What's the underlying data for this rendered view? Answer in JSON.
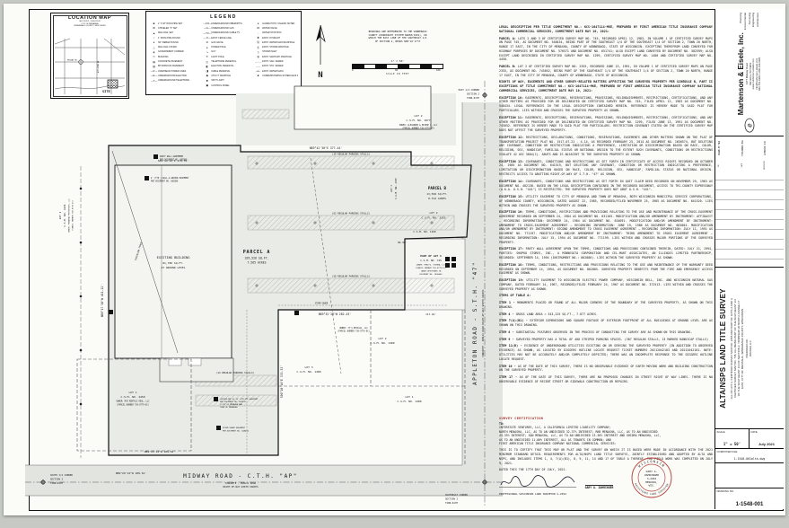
{
  "location_map": {
    "title": "LOCATION MAP",
    "subtitle": [
      "SECTION 2, T20N, R17E",
      "CITY OF MENASHA",
      "WINNEBAGO COUNTY, WISCONSIN"
    ],
    "site_label": "SITE",
    "road1": "MIDWAY RD.",
    "road2": "APPLETON RD."
  },
  "legend": {
    "title": "LEGEND",
    "col1": [
      {
        "sym": "■",
        "label": "1\" X 18\" IRON PIPE SET"
      },
      {
        "sym": "⊠",
        "label": "CHISELED \"X\" SET"
      },
      {
        "sym": "▲",
        "label": "MAG NAIL SET"
      },
      {
        "sym": "○",
        "label": "1\" IRON PIPE FOUND"
      },
      {
        "sym": "●",
        "label": "3/4\" REBAR FOUND"
      },
      {
        "sym": "△",
        "label": "MAG NAIL FOUND"
      },
      {
        "sym": "◈",
        "label": "GOVERNMENT CORNER"
      },
      {
        "sym": "▭",
        "label": "BUILDING"
      },
      {
        "sym": "▤",
        "label": "CONCRETE PAVEMENT"
      },
      {
        "sym": "▨",
        "label": "BITUMINOUS PAVEMENT"
      },
      {
        "sym": "—P—",
        "label": "OVERHEAD POWER LINES"
      },
      {
        "sym": "—E—",
        "label": "UNDERGROUND ELECTRIC"
      },
      {
        "sym": "—T—",
        "label": "UNDERGROUND TELEPHONE"
      }
    ],
    "col2": [
      {
        "sym": "—FO—",
        "label": "UNDERGROUND FIBEROPTIC"
      },
      {
        "sym": "—G—",
        "label": "UNDERGROUND GAS"
      },
      {
        "sym": "—TV—",
        "label": "UNDERGROUND CABLE TV"
      },
      {
        "sym": "—✕—",
        "label": "EXIST. FENCE LINE"
      },
      {
        "sym": "⊘",
        "label": "GAS VALVE"
      },
      {
        "sym": "●",
        "label": "POWER POLE"
      },
      {
        "sym": "↘",
        "label": "GUY"
      },
      {
        "sym": "✛",
        "label": "LIGHT POLE"
      },
      {
        "sym": "◫",
        "label": "TELEPHONE PEDESTAL"
      },
      {
        "sym": "◧",
        "label": "ELECTRIC PEDESTAL"
      },
      {
        "sym": "◨",
        "label": "CABLE PEDESTAL"
      },
      {
        "sym": "◉",
        "label": "UTILITY MANHOLE"
      },
      {
        "sym": "✹",
        "label": "SPOT LIGHT"
      },
      {
        "sym": "▣",
        "label": "CONTROL PANEL"
      }
    ],
    "col3": [
      {
        "sym": "●",
        "label": "GUARD POST, UNLESS NOTED"
      },
      {
        "sym": "⋈",
        "label": "WATER VALVE"
      },
      {
        "sym": "◦",
        "label": "WATER STOP BOX"
      },
      {
        "sym": "✚",
        "label": "EXIST. HYDRANT"
      },
      {
        "sym": "Ⓦ",
        "label": "EXIST. WATER MAIN MANHOLE"
      },
      {
        "sym": "Ⓢ",
        "label": "EXIST. STORM MANHOLE"
      },
      {
        "sym": "▯",
        "label": "STORM INLET"
      },
      {
        "sym": "◍",
        "label": "EXIST. SANITARY MANHOLE"
      },
      {
        "sym": "– – –",
        "label": "EXIST. SAN. SEWER"
      },
      {
        "sym": "–·–",
        "label": "EXIST. STO. SEWER"
      },
      {
        "sym": "–w–",
        "label": "EXIST. WATER MAIN"
      },
      {
        "sym": "■",
        "label": "CORRESPONDING SCHEDULE B-II EXCEPTION NO., TITLE COMMITMENT"
      }
    ]
  },
  "compass": {
    "north_label": "N",
    "bearing_note": [
      "BEARINGS ARE REFERENCED TO THE WINNEBAGO",
      "COUNTY COORDINATE SYSTEM NAD83(1991), IN",
      "WHICH THE EAST LINE OF THE SOUTHEAST 1/4",
      "OF SECTION 2, BEARS N00°16'17\"E"
    ],
    "scale_ratio": "1\" = 50'",
    "scale_ticks": [
      "0",
      "50",
      "100"
    ],
    "scale_caption": "SCALE IN FEET"
  },
  "drawing": {
    "parcel_a": [
      "PARCEL A",
      "329,526 SQ.FT.",
      "7.565 ACRES"
    ],
    "parcel_b": [
      "PARCEL B",
      "13,599 SQ.FT.",
      "0.312 ACRES"
    ],
    "parcel_b_lot": [
      "LOT 2",
      "C.S.M. NO. 2355"
    ],
    "building": [
      "EXISTING    BUILDING",
      "81,786 SQ.FT.",
      "AT GROUND LEVEL"
    ],
    "lot2_1877": [
      "LOT 2",
      "C.S.M. NO. 1877"
    ],
    "owner_1877": [
      "OWNER: ALEXANDER & BISHOP I, LLC",
      "(PARCEL NUMBER 730-0779-10)"
    ],
    "lot1_2355": [
      "LOT 1",
      "C.S.M. NO. 2355"
    ],
    "csm_1299": "C.S.M. NO. 1299",
    "part_lot3": [
      "PART OF LOT 3",
      "C.S.M. NO. 745",
      "OWNER: FRED W. STORMA, LLC",
      "(PARCEL NUMBER 730-0779-13)",
      "LANDS DESCRIBED IN",
      "DOCUMENT NO. 1830465"
    ],
    "lot2_1480": [
      "LOT 2",
      "C.S.M.   NO. 1480"
    ],
    "lot3_1480": [
      "LOT 3",
      "C.S.M.   NO. 1480"
    ],
    "lot1_1480": [
      "LOT 1",
      "C.S.M.   NO. 1480"
    ],
    "owner_1480": [
      "OWNER: JT'S REVIVAL, LLC",
      "(PARCEL NUMBER 730-0776-01)"
    ],
    "lot1_4450": [
      "LOT 1",
      "C.S.M. NO. 4450",
      "OWNER: MCR RENTALS REAL, LLC",
      "(PARCEL NUMBER 730-0779-02)"
    ],
    "lot1_4231": [
      "LOT 1",
      "C.S.M. NO. 4231",
      "OWNER: MENASHA PROPERTIES, LLC",
      "(PARCEL NUMBER 730-0778-01)"
    ],
    "midway": [
      "MIDWAY   ROAD   -   C.T.H. \"AP\"",
      "CONCRETE  -  PUBLIC ROAD",
      "RIGHT-OF-WAY WIDTH VARIES"
    ],
    "appleton": [
      "APPLETON   ROAD   -   S.T.H. \"47\"",
      "CONCRETE - PUBLIC ROAD    RIGHT-OF-WAY WIDTH VARIES"
    ],
    "corner_e": [
      "EAST 1/4 CORNER",
      "SECTION 2",
      "T20N-R17E"
    ],
    "corner_s": [
      "SOUTH 1/4 CORNER",
      "SECTION 2",
      "T20N-R17E"
    ],
    "corner_se": [
      "SOUTHEAST CORNER",
      "SECTION 2",
      "T20N-R17E"
    ],
    "dims": {
      "top": "N89°42'30\"E   377.44'",
      "topleft": "S89°44'22\"E   270.55'",
      "west": "N00°17'38\"W   411.22'",
      "mid": "N89°32'28\"W   282.43'",
      "midv": "S00°10'14\"E   333.53'",
      "e1": "117.42'",
      "e2": "90.30'",
      "s1": "N89°29'14\"W   189.62'",
      "s2": "N89°29'14\"W   189.61'"
    },
    "stalls": [
      "(39 REGULAR PARKING STALLS)",
      "(62 REGULAR PARKING STALLS)",
      "(58 REGULAR PARKING STALLS)",
      "(24 REGULAR PARKING STALLS)"
    ],
    "site_notes": {
      "party_wall": [
        "PARTY WALL AGREEMENT",
        "PER DOCUMENT NO. 862886"
      ],
      "anchor": [
        "4' (TYP.) WALL & ANCHOR EASEMENT",
        "PER DOCUMENT NO. 862886"
      ],
      "util": [
        "CENTERLINE OF 10' UTILITY EASEMENT",
        "PER DOCUMENT NO. 641520",
        "(CITY OF MENASHA AND",
        "TOWN OF MENASHA)"
      ],
      "storm": [
        "STORM SEWER EASEMENT",
        "PER DOCUMENT NO. 548434"
      ]
    },
    "fence": "CHAINLINK FENCE",
    "storm_sewer": "STORM SEWER",
    "markers": [
      "17",
      "18",
      "15",
      "12",
      "10",
      "11",
      "13",
      "14",
      "19",
      "16"
    ]
  },
  "notes": {
    "paragraphs": [
      {
        "head": "LEGAL DESCRIPTION PER TITLE COMMITMENT NO.: NCS-1047114-MKE, PREPARED BY FIRST AMERICAN TITLE INSURANCE COMPANY NATIONAL COMMERCIAL SERVICES, COMMITMENT DATE MAY 10, 2021:",
        "body": ""
      },
      {
        "head": "PARCEL A:",
        "body": "LOTS 2 AND 3 OF CERTIFIED SURVEY MAP NO. 745, RECORDED APRIL 12, 1983, IN VOLUME 1 OF CERTIFIED SURVEY MAPS ON PAGE 745, AS DOCUMENT NO. 548434, BEING PART OF THE SOUTHEAST 1/4 OF THE SOUTHEAST 1/4 OF SECTION 2, TOWN 20 NORTH, RANGE 17 EAST, IN THE CITY OF MENASHA, COUNTY OF WINNEBAGO, STATE OF WISCONSIN. EXCEPTING THEREFROM LAND CONVEYED FOR HIGHWAY PURPOSES BY DOCUMENT NO. 576571 AND DOCUMENT NO. 651741; ALSO EXCEPT LAND CONVEYED BY DOCUMENT NO. 582599; ALSO EXCEPT LAND DESCRIBED IN CERTIFIED SURVEY MAP NO. 1299, CERTIFIED SURVEY MAP NO. 1480 AND CERTIFIED SURVEY MAP NO. 4450."
      },
      {
        "head": "PARCEL B:",
        "body": "LOT 2 OF CERTIFIED SURVEY MAP NO. 2355, RECORDED JUNE 13, 1991, IN VOLUME 1 OF CERTIFIED SURVEY MAPS ON PAGE 2355, AS DOCUMENT NO. 745052, BEING PART OF THE SOUTHEAST 1/4 OF THE SOUTHEAST 1/4 OF SECTION 2, TOWN 20 NORTH, RANGE 17 EAST, IN THE CITY OF MENASHA, COUNTY OF WINNEBAGO, STATE OF WISCONSIN."
      },
      {
        "head": "RIGHTS OF WAY, EASEMENTS AND OTHER SURVEY-RELATED MATTERS AFFECTING THE SURVEYED PROPERTY PER SCHEDULE B, PART II EXCEPTIONS OF TITLE COMMITMENT NO.: NCS-1047114-MKE, PREPARED BY FIRST AMERICAN TITLE INSURANCE COMPANY NATIONAL COMMERCIAL SERVICES, COMMITMENT DATE MAY 10, 2021:",
        "body": ""
      },
      {
        "head": "EXCEPTION 10:",
        "body": "EASEMENTS, DESCRIPTIONS, RESERVATIONS, PROVISIONS, RELINQUISHMENTS, RESTRICTIONS, CERTIFICATIONS, AND ANY OTHER MATTERS AS PROVIDED FOR OR DELINEATED ON CERTIFIED SURVEY MAP NO. 745, FILED APRIL 12, 1983 AS DOCUMENT NO. 548434. LEGAL REFERENCES IN THE LEGAL DESCRIPTION CONTAINED HEREIN. REFERENCE IS HEREBY MADE TO SAID PLAT FOR PARTICULARS. LIES WITHIN AND CROSSES THE SURVEYED PROPERTY AS SHOWN."
      },
      {
        "head": "EXCEPTION 11:",
        "body": "EASEMENTS, DESCRIPTIONS, RESERVATIONS, PROVISIONS, RELINQUISHMENTS, RESTRICTIONS, CERTIFICATIONS, AND ANY OTHER MATTERS AS PROVIDED FOR OR DELINEATED ON CERTIFIED SURVEY MAP NO. 1299, FILED JUNE 13, 1991 AS DOCUMENT NO. 745052. REFERENCE IS HEREBY MADE TO SAID PLAT FOR PARTICULARS. RESTRICTION COVENANT STATED ON THE CERTIFIED SURVEY MAP DOES NOT AFFECT THE SURVEYED PROPERTY."
      },
      {
        "head": "EXCEPTION 12:",
        "body": "RESTRICTIONS, DECLARATIONS, CONDITIONS, RESERVATIONS, EASEMENTS AND OTHER MATTERS SHOWN ON THE PLAT OF TRANSPORTATION PROJECT PLAT NO. 1517-07-21 - 4.14, AS RECORDED FEBRUARY 25, 2014 AS DOCUMENT NO. 1650574, BUT DELETING ANY COVENANT, CONDITION OR RESTRICTION INDICATING A PREFERENCE, LIMITATION OR DISCRIMINATION BASED ON RACE, COLOR, RELIGION, SEX, HANDICAP, FAMILIAL STATUS OR NATIONAL ORIGIN TO THE EXTENT SUCH COVENANTS, CONDITIONS OR RESTRICTIONS VIOLATE 42 USC 3604(C). ABUTS AND IS ADJACENT TO THE SURVEYED PROPERTY AS SHOWN."
      },
      {
        "head": "EXCEPTION 13:",
        "body": "COVENANTS, CONDITIONS AND RESTRICTIONS AS SET FORTH IN CERTIFICATE OF ACCESS RIGHTS RECORDED ON OCTOBER 24, 1985 AS DOCUMENT NO. 641519, BUT DELETING ANY COVENANT, CONDITION OR RESTRICTION INDICATING A PREFERENCE, LIMITATION OR DISCRIMINATION BASED ON RACE, COLOR, RELIGION, SEX, HANDICAP, FAMILIAL STATUS OR NATIONAL ORIGIN. RESTRICTS ACCESS TO ABUTTING RIGHT-OF-WAY OF S.T.H. \"47\" AS SHOWN."
      },
      {
        "head": "EXCEPTION 14:",
        "body": "COVENANTS, CONDITIONS AND RESTRICTIONS AS SET FORTH IN QUIT CLAIM DEED RECORDED ON NOVEMBER 29, 1963 AS DOCUMENT NO. 402138. BASED ON THE LEGAL DESCRIPTION CONTAINED IN THE RECORDED DOCUMENT, ACCESS TO TRI-COUNTY EXPRESSWAY (A.K.A. U.S.H. \"441\") IS RESTRICTED. THE SURVEYED PROPERTY DOES NOT ABUT U.S.H. \"441\"."
      },
      {
        "head": "EXCEPTION 15:",
        "body": "UTILITY EASEMENT TO CITY OF MENASHA AND TOWN OF MENASHA, BOTH WISCONSIN MUNICIPAL SERVICE CORPORATIONS, OF WINNEBAGO COUNTY, WISCONSIN, DATED AUGUST 22, 1985, RECORDED/FILED NOVEMBER 25, 1985 AS DOCUMENT NO. 641520. LIES WITHIN AND CROSSES THE SURVEYED PROPERTY AS SHOWN."
      },
      {
        "head": "EXCEPTION 16:",
        "body": "TERMS, CONDITIONS, RESTRICTIONS AND PROVISIONS RELATING TO THE USE AND MAINTENANCE OF THE CROSS-EASEMENT AGREEMENT RECORDED ON SEPTEMBER 24, 1984 AS DOCUMENT NO. 631165. MODIFICATION AND/OR AMENDMENT BY INSTRUMENT: AFFIDAVIT — RECORDING INFORMATION: DECEMBER 24, 1984 AS DOCUMENT NO. 634091. MODIFICATION AND/OR AMENDMENT BY INSTRUMENT: AMENDMENT TO CROSS-EASEMENT AGREEMENT — RECORDING INFORMATION: JUNE 19, 1986 AS DOCUMENT NO. 663084. MODIFICATION AND/OR AMENDMENT BY INSTRUMENT: SECOND AMENDMENT TO CROSS EASEMENT AGREEMENT — RECORDING INFORMATION: JULY 11, 1991 AS DOCUMENT NO. 771197. MODIFICATION AND/OR AMENDMENT BY INSTRUMENT: THIRD AMENDMENT TO CROSS EASEMENT AGREEMENT — RECORDING INFORMATION: JULY 15, 1994 AS DOCUMENT NO. 771199. LIES WITHIN AND CROSSES MAJOR PORTIONS OF THE SURVEYED PROPERTY."
      },
      {
        "head": "EXCEPTION 17:",
        "body": "PARTY WALL AGREEMENT UPON THE TERMS, CONDITIONS AND PROVISIONS CONTAINED THEREIN, DATED: JULY 21, 1994, PARTIES: SHOPKO STORES, INC., A MINNESOTA CORPORATION AND CEL-MART ASSOCIATES, AN ILLINOIS LIMITED PARTNERSHIP, RECORDED: SEPTEMBER 14, 1994 (INSTRUMENT NO.: 862886). LIES WITHIN THE SURVEYED PROPERTY AS SHOWN."
      },
      {
        "head": "EXCEPTION 18:",
        "body": "TERMS, CONDITIONS, RESTRICTIONS AND PROVISIONS RELATING TO THE USE AND MAINTENANCE OF THE WARRANTY DEED RECORDED ON SEPTEMBER 14, 1994, AS DOCUMENT NO. 862885. SURVEYED PROPERTY BENEFITS FROM THE FIRE AND EMERGENCY ACCESS EASEMENT AS SHOWN."
      },
      {
        "head": "EXCEPTION 19:",
        "body": "UTILITY EASEMENT TO WISCONSIN ELECTRIC POWER COMPANY, WISCONSIN BELL, INC. AND WISCONSIN NATURAL GAS COMPANY, DATED FEBRUARY 14, 1967, RECORDED/FILED FEBRUARY 24, 1967 AS DOCUMENT NO. 372513. LIES WITHIN AND CROSSES THE SURVEYED PROPERTY AS SHOWN."
      },
      {
        "head": "ITEMS OF TABLE A:",
        "body": ""
      },
      {
        "head": "ITEM 1 -",
        "body": "MONUMENTS PLACED OR FOUND AT ALL MAJOR CORNERS OF THE BOUNDARY OF THE SURVEYED PROPERTY, AS SHOWN ON THIS DRAWING."
      },
      {
        "head": "ITEM 4 -",
        "body": "GROSS LAND AREA = 343,125 SQ.FT., 7.877 ACRES."
      },
      {
        "head": "ITEM 7(A)(B1) -",
        "body": "EXTERIOR DIMENSIONS AND SQUARE FOOTAGE OF EXTERIOR FOOTPRINT OF ALL BUILDINGS AT GROUND LEVEL ARE AS SHOWN ON THIS DRAWING."
      },
      {
        "head": "ITEM 8 -",
        "body": "SUBSTANTIAL FEATURES OBSERVED IN THE PROCESS OF CONDUCTING THE SURVEY ARE AS SHOWN ON THIS DRAWING."
      },
      {
        "head": "ITEM 9 -",
        "body": "SURVEYED PROPERTY HAS A TOTAL OF 400 STRIPED PARKING SPACES. (387 REGULAR STALLS, 13 MARKED HANDICAP STALLS)"
      },
      {
        "head": "ITEM 11(B) -",
        "body": "EVIDENCE OF UNDERGROUND UTILITIES EXISTING ON OR SERVING THE SURVEYED PROPERTY (IN ADDITION TO OBSERVED EVIDENCE) AS SHOWN, AS LOCATED BY DIGGERS HOTLINE LOCATE REQUEST TICKET NUMBERS 20212042183 AND 20212042181. NOTE: UTILITIES MAY NOT BE ACCURATELY AND/OR COMPLETELY DEPICTED; THERE WAS AN INCOMPLETE RESPONSE TO THE DIGGERS HOTLINE LOCATE REQUEST."
      },
      {
        "head": "ITEM 16 -",
        "body": "AS OF THE DATE OF THIS SURVEY, THERE IS NO OBSERVABLE EVIDENCE OF EARTH MOVING WORK AND BUILDING CONSTRUCTION ON THE SURVEYED PROPERTY."
      },
      {
        "head": "ITEM 17 -",
        "body": "AS OF THE DATE OF THIS SURVEY, THERE ARE NO PROPOSED CHANGES IN STREET RIGHT OF WAY LINES. THERE IS NO OBSERVABLE EVIDENCE OF RECENT STREET OR SIDEWALK CONSTRUCTION OR REPAIRS."
      }
    ],
    "cert": {
      "header": "SURVEY CERTIFICATION",
      "to_label": "TO:",
      "to_lines": [
        "INTERSTATE VENTURES, LLC, A CALIFORNIA LIMITED LIABILITY COMPANY;",
        "NORTH MENASHA, LLC, AS TO AN UNDIVIDED 32.37% INTEREST; RKB MENASHA, LLC, AS TO AN UNDIVIDED",
        "43.33% INTEREST; S&N MENASHA, LLC, AS TO AN UNDIVIDED 13.30% INTEREST AND GHIDRA MENASHA, LLC,",
        "AS TO AN UNDIVIDED 11.00% INTEREST, ALL AS TENANTS IN COMMON; AND",
        "FIRST AMERICAN TITLE INSURANCE COMPANY NATIONAL COMMERCIAL SERVICES:"
      ],
      "body": "THIS IS TO CERTIFY THAT THIS MAP OR PLAT AND THE SURVEY ON WHICH IT IS BASED WERE MADE IN ACCORDANCE WITH THE 2021 MINIMUM STANDARD DETAIL REQUIREMENTS FOR ALTA/NSPS LAND TITLE SURVEYS, JOINTLY ESTABLISHED AND ADOPTED BY ALTA AND NSPS, AND INCLUDES ITEMS 1, 4, 7(A)(B1), 8, 9, 11, 14 AND 17 OF TABLE A THEREOF. THE FIELD WORK WAS COMPLETED ON JULY 9, 2021.",
      "dated": "DATED THIS THE 17TH DAY OF JULY, 2021.",
      "name": "GARY A. ZAHRINGER",
      "title_line": "PROFESSIONAL WISCONSIN LAND SURVEYOR S-2294",
      "seal_top": "WISCONSIN",
      "seal_bottom": "REGISTERED LAND SURVEYOR",
      "seal_center": [
        "GARY A.",
        "ZAHRINGER",
        "S-2294",
        "MENASHA,",
        "WIS."
      ]
    }
  },
  "titleblock": {
    "company": {
      "name": "Martenson & Eisele, Inc.",
      "logo_glyph": "e",
      "services": [
        "Planning",
        "Environmental",
        "Surveying",
        "Engineering",
        "Architecture"
      ],
      "address": [
        "1377 Midway Road",
        "Menasha, WI  54952",
        "www.martenson-eisele.com",
        "info@martenson-eisele.com",
        "920.731.0381   1.800.236.0381"
      ]
    },
    "revisions": {
      "cols": [
        "DRAWN BY  MLW",
        "FIELDWORK  MLR",
        "APPROVED  DJS"
      ],
      "table_cols": [
        "NO.",
        "DATE",
        "REVISION"
      ]
    },
    "title": "ALTA/NSPS LAND TITLE SURVEY",
    "subtitle": [
      "ALL OF LOT 2, CERTIFIED SURVEY MAP NO. 2355 AND PART OF LOTS 2 AND 3,",
      "CERTIFIED SURVEY MAP NO. 745, ALL BEING PART OF THE SOUTHEAST 1/4",
      "OF THE SOUTHEAST 1/4 OF SECTION 2, TOWNSHIP 20 NORTH, RANGE 17",
      "EAST, CITY OF MENASHA, WINNEBAGO COUNTY, WISCONSIN."
    ],
    "prepared_for": [
      "PREPARED FOR:",
      "WACRED, LLC"
    ],
    "info": {
      "scale_label": "SCALE",
      "scale_value": "1\" = 50'",
      "date_label": "DATE",
      "date_value": "July 2021",
      "file_label": "COMPUTER FILE:",
      "file_value": "1-1548-001alta.dwg",
      "drawing_label": "DRAWING NO.",
      "drawing_value": "1-1548-001"
    }
  }
}
